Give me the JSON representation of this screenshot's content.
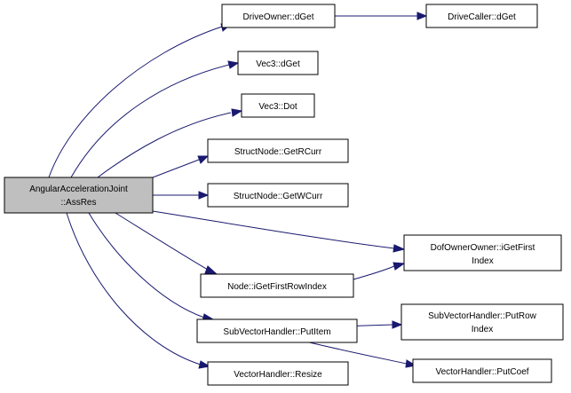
{
  "nodes": {
    "root": {
      "lines": [
        "AngularAccelerationJoint",
        "::AssRes"
      ]
    },
    "drive_owner_dget": {
      "lines": [
        "DriveOwner::dGet"
      ]
    },
    "drive_caller_dget": {
      "lines": [
        "DriveCaller::dGet"
      ]
    },
    "vec3_dget": {
      "lines": [
        "Vec3::dGet"
      ]
    },
    "vec3_dot": {
      "lines": [
        "Vec3::Dot"
      ]
    },
    "structnode_getrcurr": {
      "lines": [
        "StructNode::GetRCurr"
      ]
    },
    "structnode_getwcurr": {
      "lines": [
        "StructNode::GetWCurr"
      ]
    },
    "dofownerowner_igetfirstindex": {
      "lines": [
        "DofOwnerOwner::iGetFirst",
        "Index"
      ]
    },
    "node_igetfirstrowindex": {
      "lines": [
        "Node::iGetFirstRowIndex"
      ]
    },
    "subvectorhandler_putitem": {
      "lines": [
        "SubVectorHandler::PutItem"
      ]
    },
    "subvectorhandler_putrowindex": {
      "lines": [
        "SubVectorHandler::PutRow",
        "Index"
      ]
    },
    "vectorhandler_putcoef": {
      "lines": [
        "VectorHandler::PutCoef"
      ]
    },
    "vectorhandler_resize": {
      "lines": [
        "VectorHandler::Resize"
      ]
    }
  }
}
